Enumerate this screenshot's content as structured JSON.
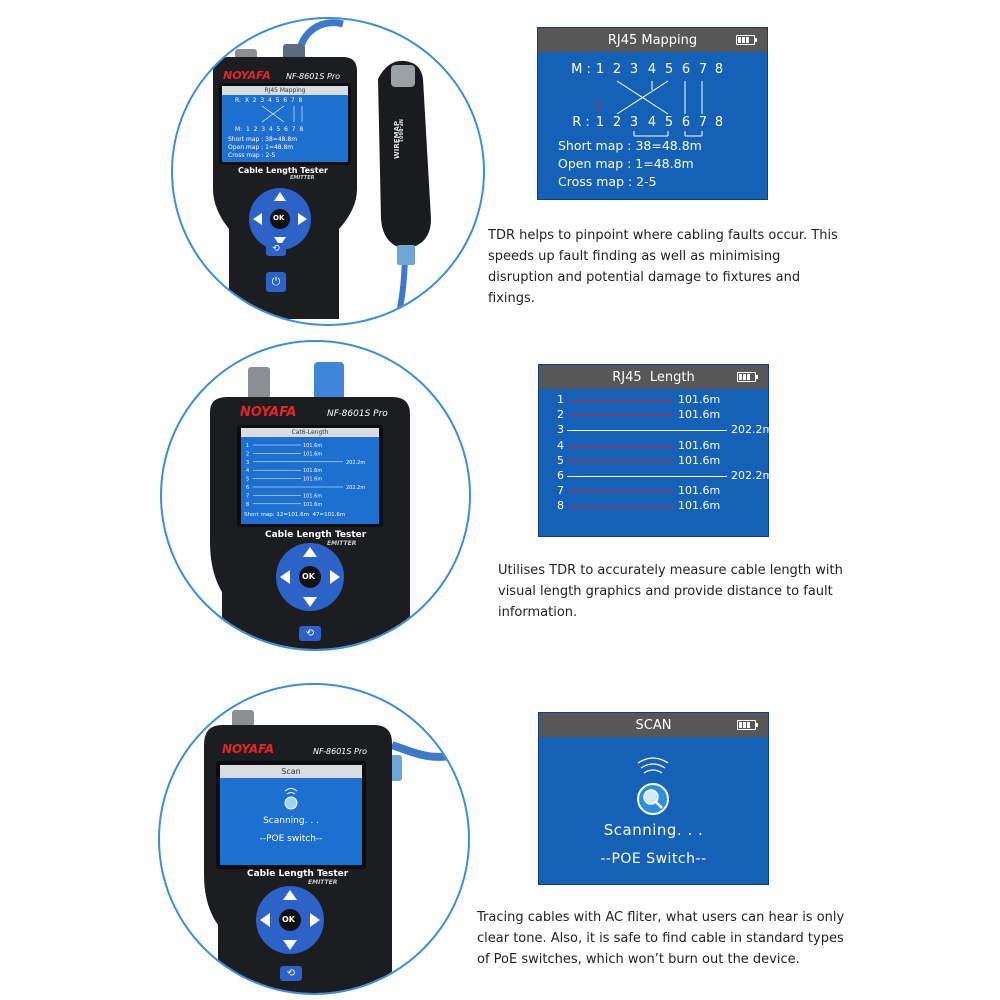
{
  "device": {
    "brand": "NOYAFA",
    "model": "NF-8601S Pro",
    "plate": "Cable Length Tester",
    "sub_plate": "EMITTER",
    "remote_label": "WIREMAP",
    "remote_model": "NF-8601",
    "ok_label": "OK"
  },
  "device_screens": {
    "mapping": {
      "title": "RJ45 Mapping",
      "r_row": "R:  X  2  3  4  5  6  7  8",
      "m_row": "M:  1  2  3  4  5  6  7  8",
      "lines": [
        "Short map : 38=48.8m",
        "Open map : 1=48.8m",
        "Cross map : 2-5"
      ]
    },
    "length": {
      "title": "Cat6-Length",
      "rows": [
        "1",
        "2",
        "3",
        "4",
        "5",
        "6",
        "7",
        "8"
      ],
      "values": [
        "101.6m",
        "101.6m",
        "202.2m",
        "101.6m",
        "101.6m",
        "202.2m",
        "101.6m",
        "101.6m"
      ],
      "footer": "Short map: 12=101.6m  47=101.6m"
    },
    "scan": {
      "title": "Scan",
      "status": "Scanning. . .",
      "result": "--POE switch--"
    }
  },
  "mapping_panel": {
    "title": "RJ45 Mapping",
    "m_label": "M :",
    "r_label": "R :",
    "pins": [
      "1",
      "2",
      "3",
      "4",
      "5",
      "6",
      "7",
      "8"
    ],
    "lines": [
      "Short map : 38=48.8m",
      "Open map : 1=48.8m",
      "Cross map : 2-5"
    ],
    "description": "TDR helps to pinpoint where cabling faults occur. This speeds up fault finding as well as minimising disruption and potential damage to fixtures and fixings."
  },
  "length_panel": {
    "title": "RJ45  Length",
    "pins": [
      "1",
      "2",
      "3",
      "4",
      "5",
      "6",
      "7",
      "8"
    ],
    "values": [
      "101.6m",
      "101.6m",
      "202.2m",
      "101.6m",
      "101.6m",
      "202.2m",
      "101.6m",
      "101.6m"
    ],
    "description": "Utilises TDR to accurately measure cable length with visual length graphics and provide distance to fault information."
  },
  "scan_panel": {
    "title": "SCAN",
    "status": "Scanning. . .",
    "result": "--POE Switch--",
    "description": "Tracing cables with AC fliter, what users can hear is only clear tone. Also, it is safe to find cable in standard types of PoE switches, which won’t burn out the device."
  },
  "colors": {
    "panel_blue": "#1661b8",
    "title_bar": "#575757",
    "device_body": "#1c1d21",
    "key_blue": "#2d62c9",
    "photo_ring": "#3a8de0",
    "fault_red": "#d2202e"
  }
}
